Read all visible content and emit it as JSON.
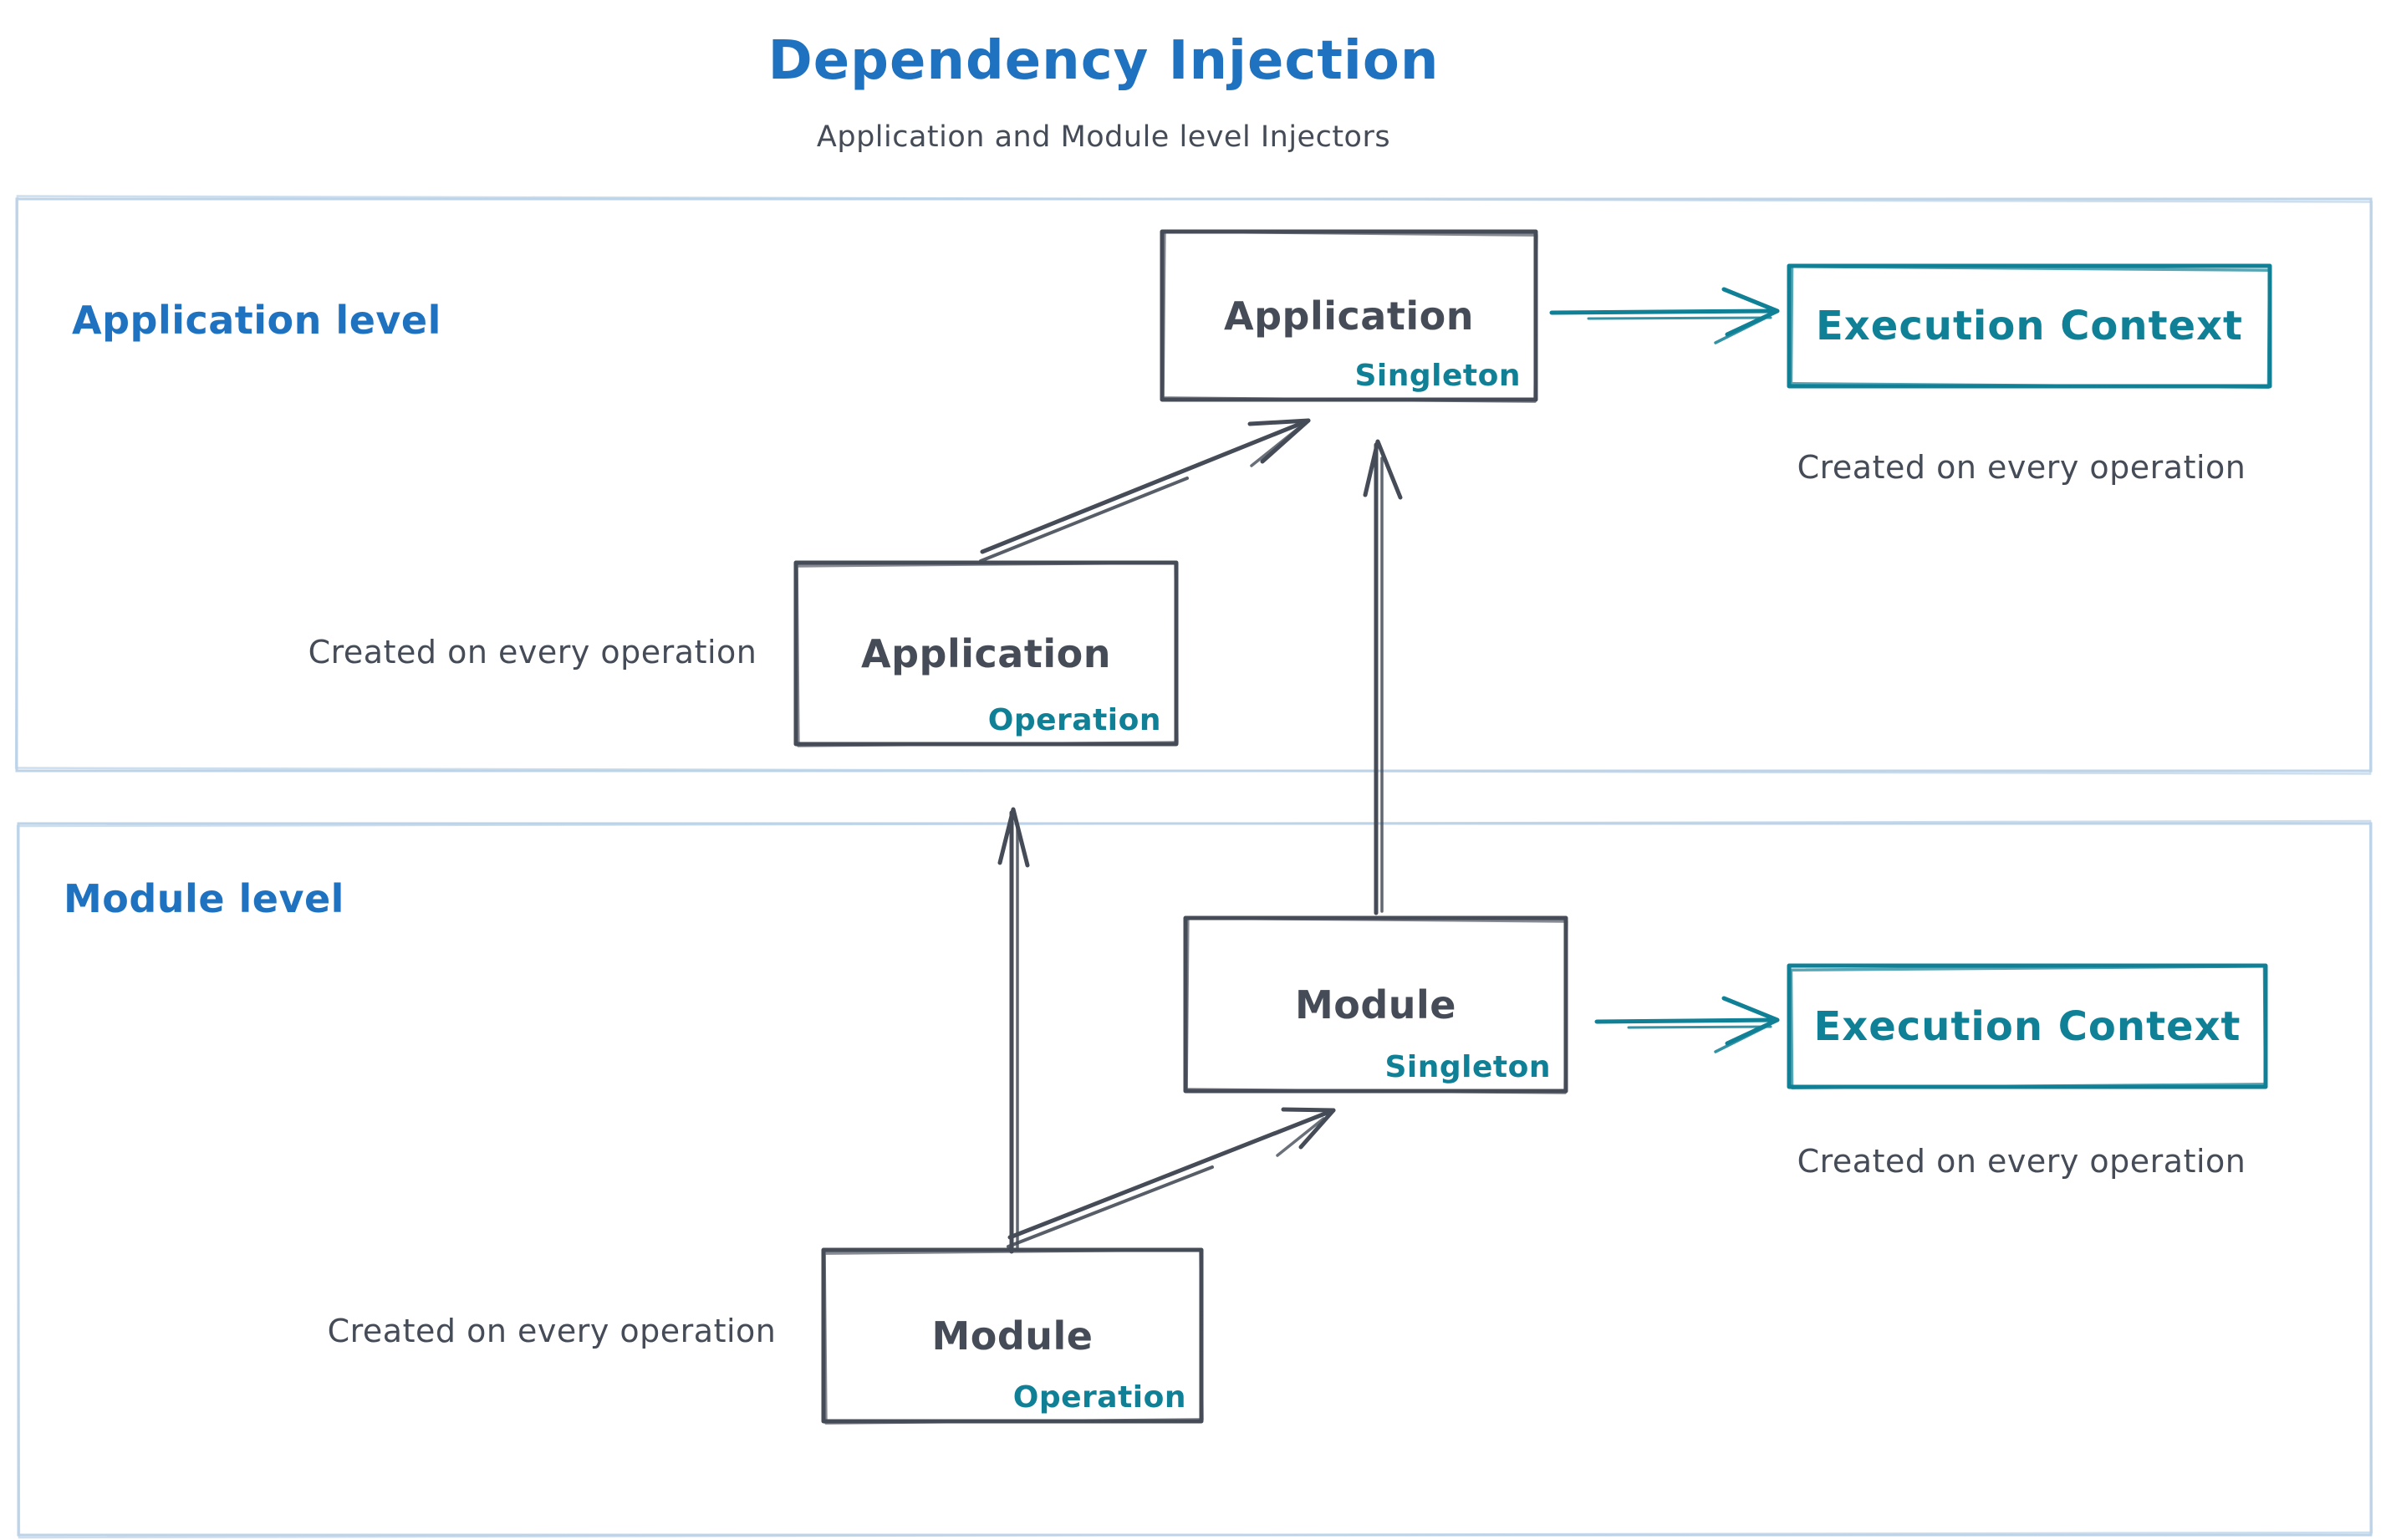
{
  "title": "Dependency Injection",
  "subtitle": "Application and Module level Injectors",
  "colors": {
    "heading_blue": "#1f72c0",
    "accent_teal": "#0f8095",
    "ink_dark": "#454c57",
    "section_frame": "#bcd3e8",
    "background": "#ffffff"
  },
  "sections": {
    "application": {
      "label": "Application level"
    },
    "module": {
      "label": "Module level"
    }
  },
  "nodes": {
    "app_singleton": {
      "title": "Application",
      "scope": "Singleton"
    },
    "app_operation": {
      "title": "Application",
      "scope": "Operation"
    },
    "module_singleton": {
      "title": "Module",
      "scope": "Singleton"
    },
    "module_operation": {
      "title": "Module",
      "scope": "Operation"
    },
    "exec_context_app": {
      "title": "Execution Context"
    },
    "exec_context_module": {
      "title": "Execution Context"
    }
  },
  "captions": {
    "app_operation_note": "Created on every operation",
    "module_operation_note": "Created on every operation",
    "exec_context_app_note": "Created on every operation",
    "exec_context_module_note": "Created on every operation"
  }
}
